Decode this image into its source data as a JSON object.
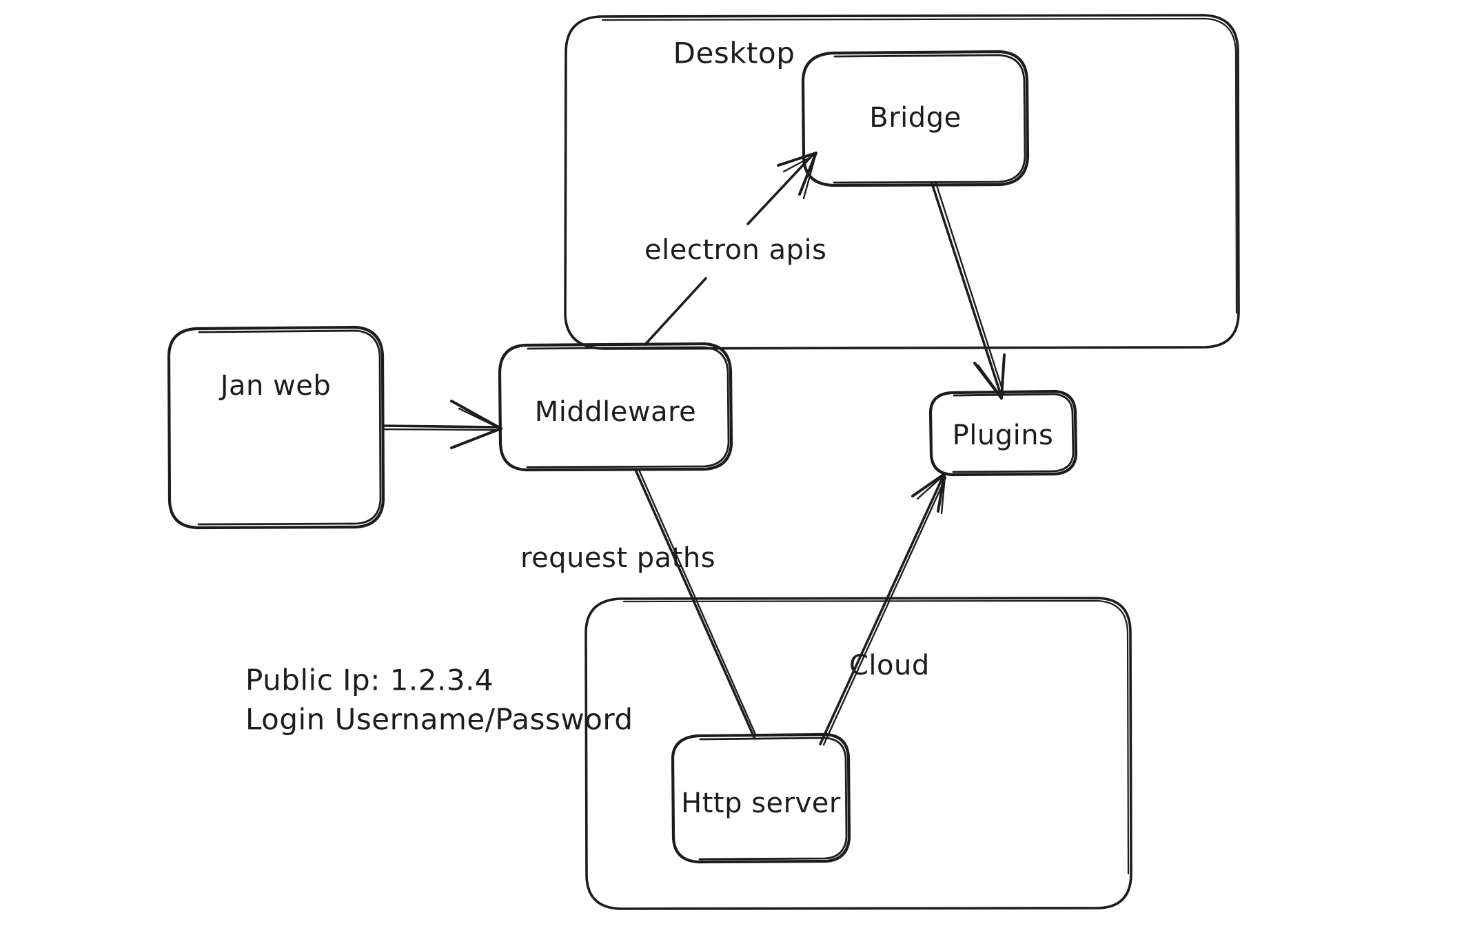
{
  "diagram": {
    "title": "Jan architecture sketch",
    "style": "hand-drawn whiteboard",
    "background_color": "#ffffff",
    "ink_color": "#1c1c1c",
    "groups": [
      {
        "id": "desktop",
        "label": "Desktop"
      },
      {
        "id": "cloud",
        "label": ""
      }
    ],
    "nodes": [
      {
        "id": "jan-web",
        "label": "Jan web"
      },
      {
        "id": "middleware",
        "label": "Middleware"
      },
      {
        "id": "bridge",
        "label": "Bridge"
      },
      {
        "id": "plugins",
        "label": "Plugins"
      },
      {
        "id": "http-server",
        "label": "Http server"
      }
    ],
    "edges": [
      {
        "id": "jan-web-to-middleware",
        "from": "jan-web",
        "to": "middleware",
        "label": "",
        "arrow": true
      },
      {
        "id": "middleware-to-bridge",
        "from": "middleware",
        "to": "bridge",
        "label": "electron apis",
        "arrow": true
      },
      {
        "id": "bridge-to-plugins",
        "from": "bridge",
        "to": "plugins",
        "label": "",
        "arrow": true
      },
      {
        "id": "middleware-to-http-server",
        "from": "middleware",
        "to": "http-server",
        "label": "request paths",
        "arrow": false
      },
      {
        "id": "http-server-to-plugins",
        "from": "http-server",
        "to": "plugins",
        "label": "Cloud",
        "arrow": true
      }
    ],
    "notes": {
      "public_ip_line": "Public Ip: 1.2.3.4",
      "login_line": "Login Username/Password"
    }
  }
}
